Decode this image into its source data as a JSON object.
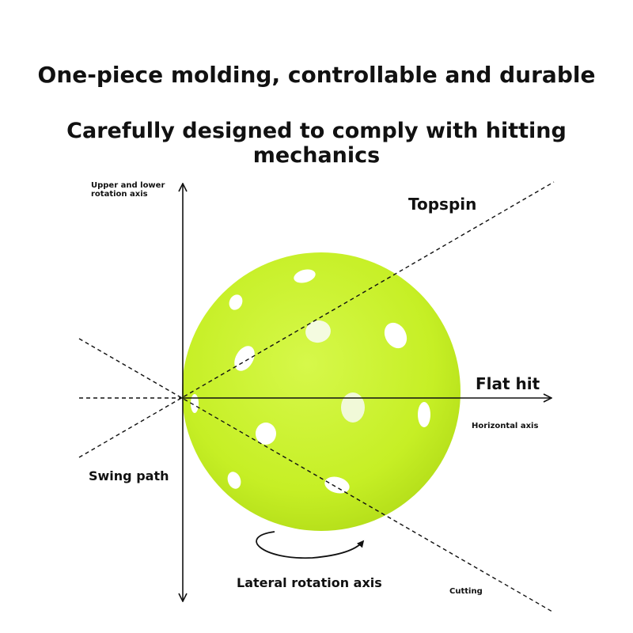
{
  "headline": "One-piece molding, controllable and durable",
  "subheadline": "Carefully designed to comply with hitting mechanics",
  "labels": {
    "upper_lower_axis_line1": "Upper and lower",
    "upper_lower_axis_line2": "rotation axis",
    "topspin": "Topspin",
    "flat_hit": "Flat hit",
    "horizontal_axis": "Horizontal axis",
    "swing_path": "Swing path",
    "lateral_rotation_axis": "Lateral rotation axis",
    "cutting": "Cutting"
  },
  "colors": {
    "ball": "#c9f227",
    "ball_shadow": "#a9d41a",
    "hole": "#ffffff",
    "lines": "#111111"
  }
}
